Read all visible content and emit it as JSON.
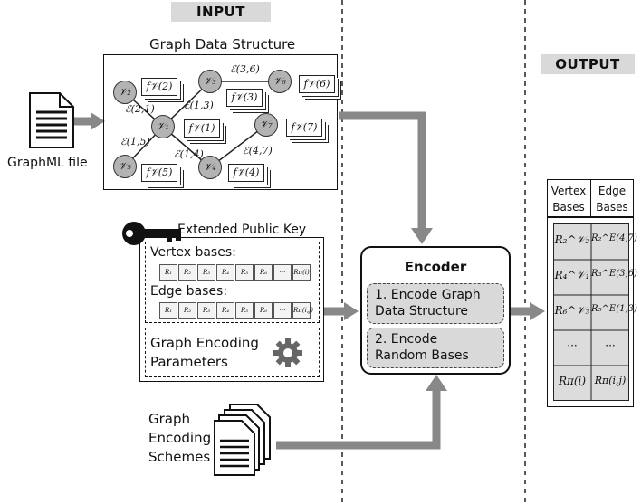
{
  "sections": {
    "input": "INPUT",
    "output": "OUTPUT"
  },
  "graph": {
    "title": "Graph Data Structure",
    "nodes": [
      {
        "id": "v2",
        "label": "𝒱₂"
      },
      {
        "id": "v1",
        "label": "𝒱₁"
      },
      {
        "id": "v3",
        "label": "𝒱₃"
      },
      {
        "id": "v6",
        "label": "𝒱₆"
      },
      {
        "id": "v7",
        "label": "𝒱₇"
      },
      {
        "id": "v5",
        "label": "𝒱₅"
      },
      {
        "id": "v4",
        "label": "𝒱₄"
      }
    ],
    "features": [
      "f𝒱(2)",
      "f𝒱(3)",
      "f𝒱(6)",
      "f𝒱(1)",
      "f𝒱(7)",
      "f𝒱(5)",
      "f𝒱(4)"
    ],
    "edges": [
      "ℰ(2,1)",
      "ℰ(1,3)",
      "ℰ(3,6)",
      "ℰ(1,5)",
      "ℰ(1,4)",
      "ℰ(4,7)"
    ]
  },
  "graphml_label": "GraphML file",
  "key": {
    "title": "Extended Public Key",
    "vertex_label": "Vertex bases:",
    "edge_label": "Edge bases:",
    "vertex_cells": [
      "R₁",
      "R₂",
      "R₃",
      "R₄",
      "R₅",
      "R₆",
      "···",
      "Rπ(i)"
    ],
    "edge_cells": [
      "R₁",
      "R₂",
      "R₃",
      "R₄",
      "R₅",
      "R₆",
      "···",
      "Rπ(i,j)"
    ],
    "params_line1": "Graph Encoding",
    "params_line2": "Parameters"
  },
  "schemes": {
    "line1": "Graph",
    "line2": "Encoding",
    "line3": "Schemes"
  },
  "encoder": {
    "title": "Encoder",
    "step1_line1": "1. Encode Graph",
    "step1_line2": "Data Structure",
    "step2_line1": "2. Encode",
    "step2_line2": "Random Bases"
  },
  "output": {
    "col1_line1": "Vertex",
    "col1_line2": "Bases",
    "col2_line1": "Edge",
    "col2_line2": "Bases",
    "rows": [
      [
        "R₂^𝒱₂",
        "R₂^E(4,7)"
      ],
      [
        "R₄^𝒱₁",
        "R₃^E(3,6)"
      ],
      [
        "R₆^𝒱₃",
        "R₅^E(1,3)"
      ],
      [
        "···",
        "···"
      ],
      [
        "Rπ(i)",
        "Rπ(i,j)"
      ]
    ]
  }
}
